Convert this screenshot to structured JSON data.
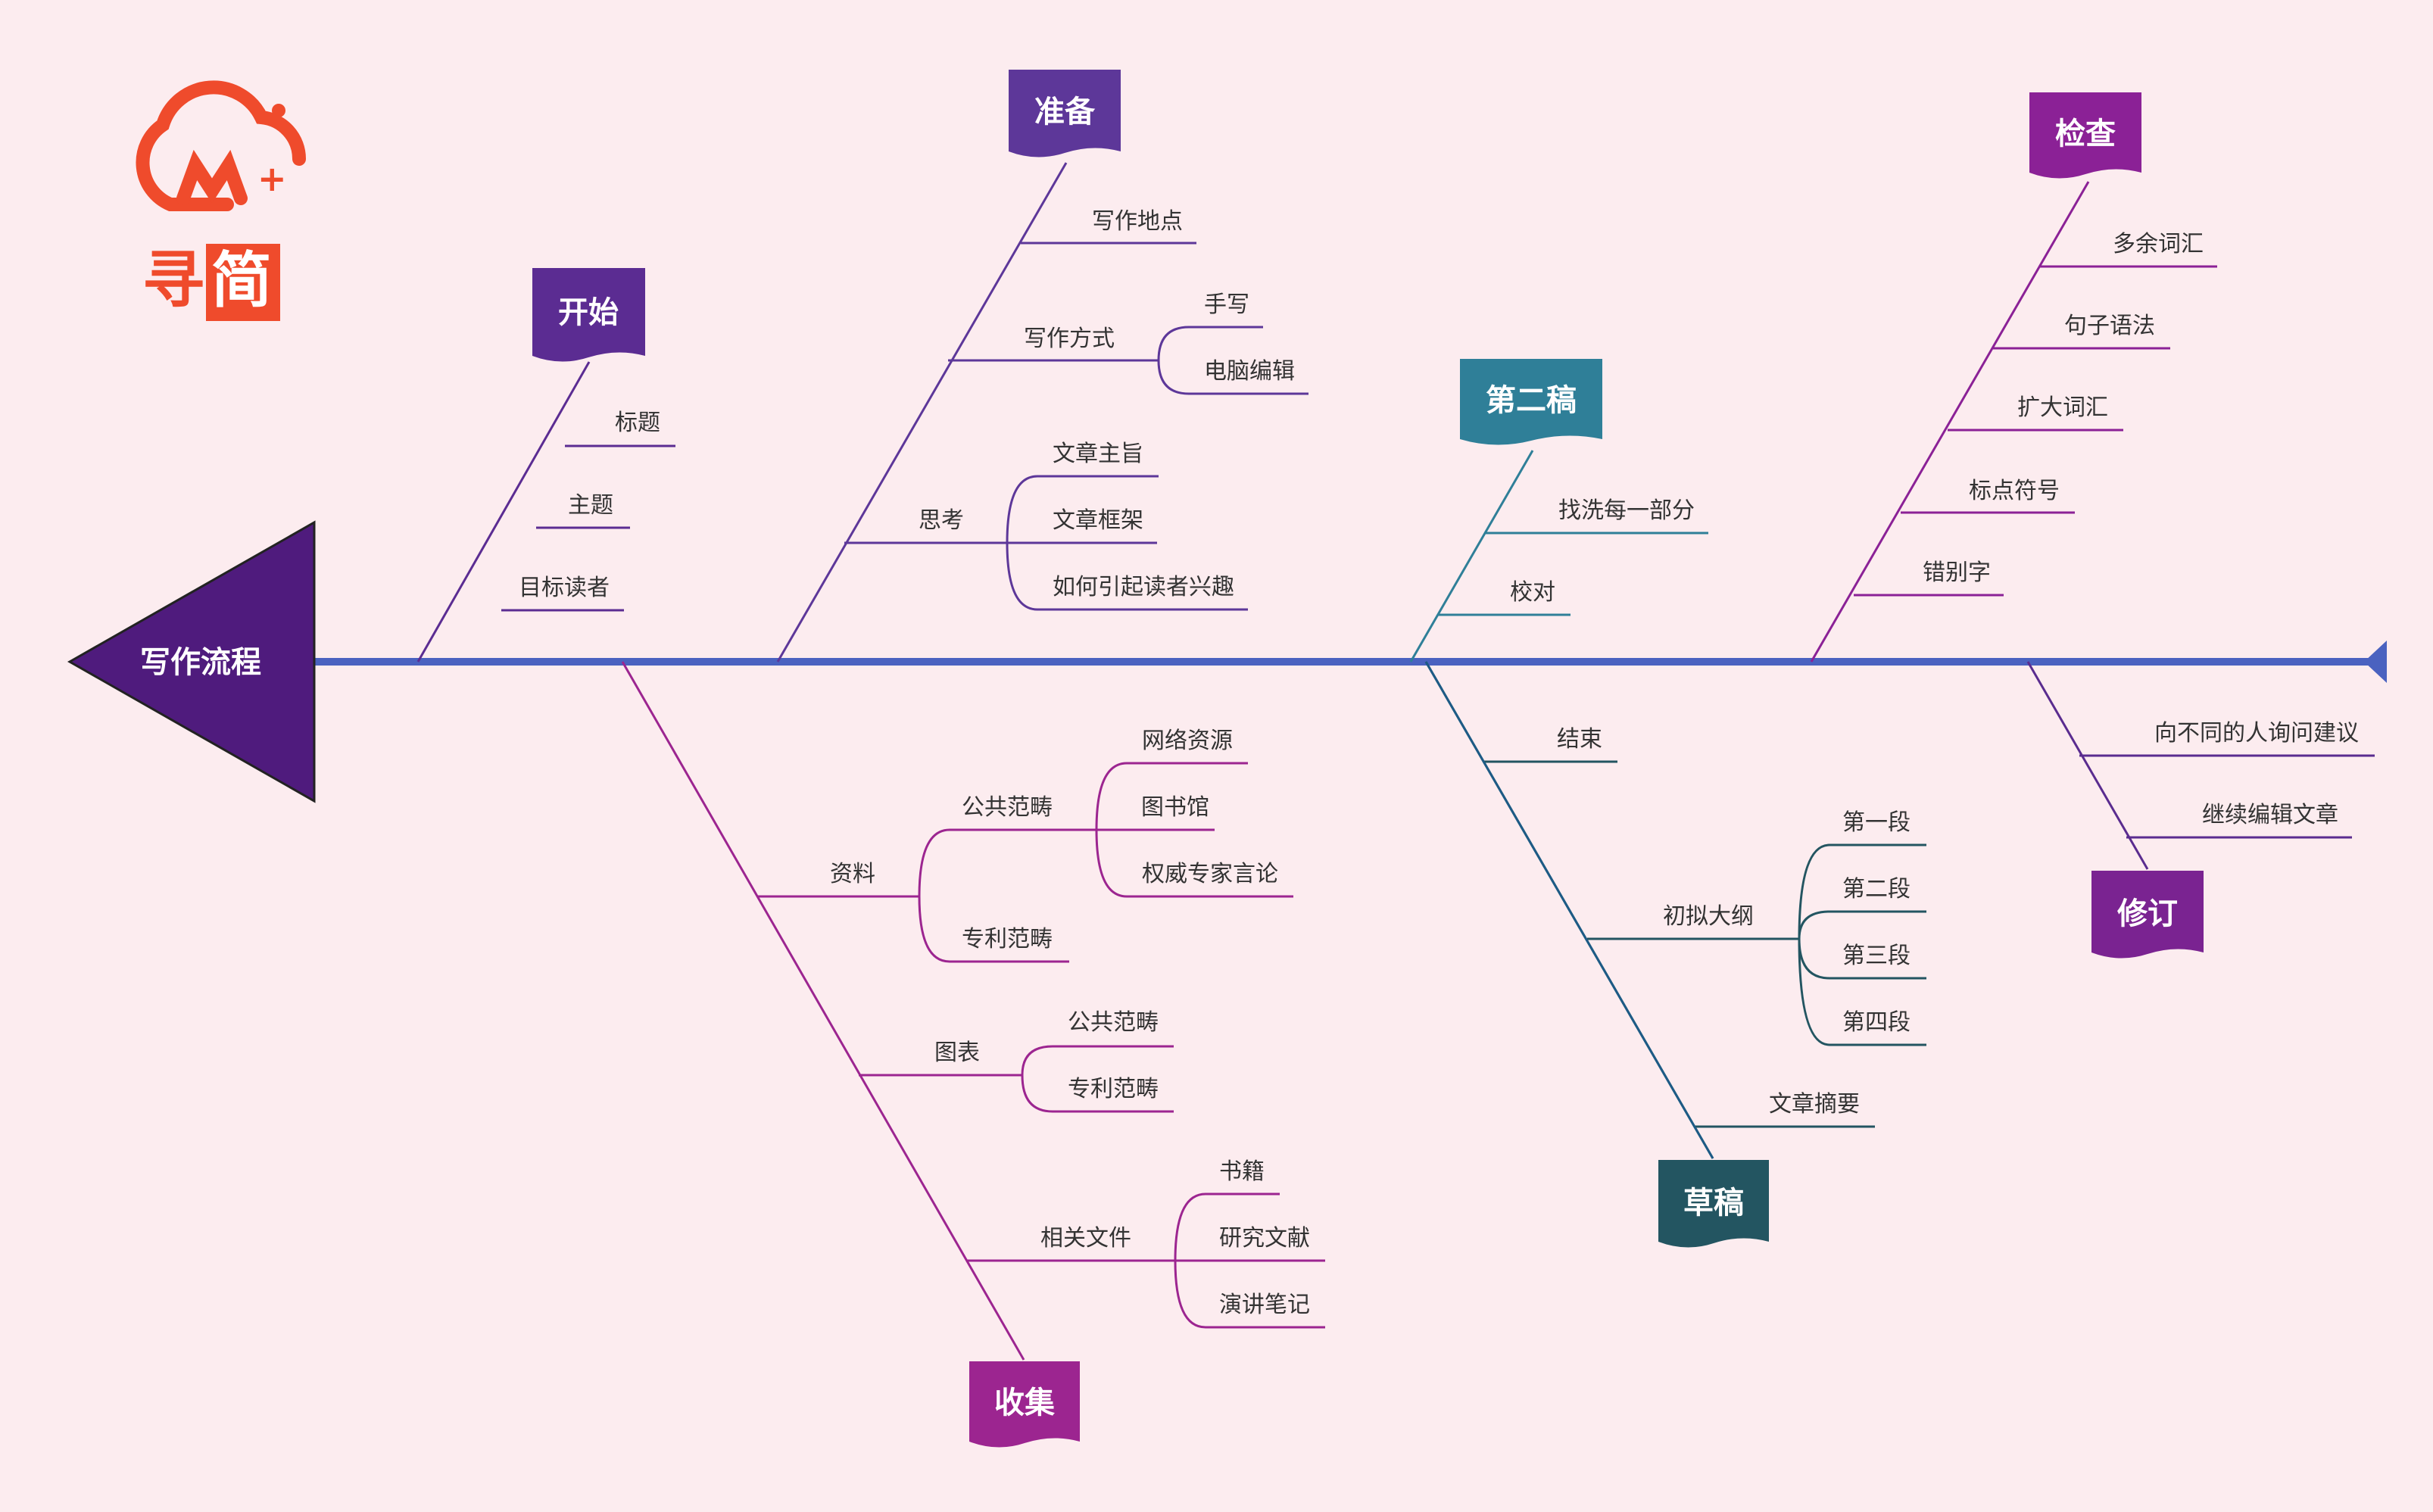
{
  "logo": {
    "mark": "M+",
    "text_a": "寻",
    "text_b": "简"
  },
  "head": {
    "label": "写作流程"
  },
  "colors": {
    "background": "#fcecef",
    "spine": "#4a62c0",
    "head": "#4f1b7d",
    "logo": "#ef4b2c"
  },
  "categories": {
    "start": {
      "title": "开始",
      "color": "#5b2c92",
      "items": [
        "标题",
        "主题",
        "目标读者"
      ]
    },
    "prepare": {
      "title": "准备",
      "color": "#5d3799",
      "items": [
        "写作地点",
        "写作方式",
        "手写",
        "电脑编辑",
        "思考",
        "文章主旨",
        "文章框架",
        "如何引起读者兴趣"
      ]
    },
    "second": {
      "title": "第二稿",
      "color": "#2f7f98",
      "items": [
        "找洗每一部分",
        "校对"
      ]
    },
    "check": {
      "title": "检查",
      "color": "#8b2196",
      "items": [
        "多余词汇",
        "句子语法",
        "扩大词汇",
        "标点符号",
        "错别字"
      ]
    },
    "collect": {
      "title": "收集",
      "color": "#9c2590",
      "items": [
        "资料",
        "公共范畴",
        "网络资源",
        "图书馆",
        "权威专家言论",
        "专利范畴",
        "图表",
        "公共范畴",
        "专利范畴",
        "相关文件",
        "书籍",
        "研究文献",
        "演讲笔记"
      ]
    },
    "draft": {
      "title": "草稿",
      "color": "#235561",
      "items": [
        "结束",
        "初拟大纲",
        "第一段",
        "第二段",
        "第三段",
        "第四段",
        "文章摘要"
      ]
    },
    "revise": {
      "title": "修订",
      "color": "#7a2391",
      "items": [
        "向不同的人询问建议",
        "继续编辑文章"
      ]
    }
  }
}
